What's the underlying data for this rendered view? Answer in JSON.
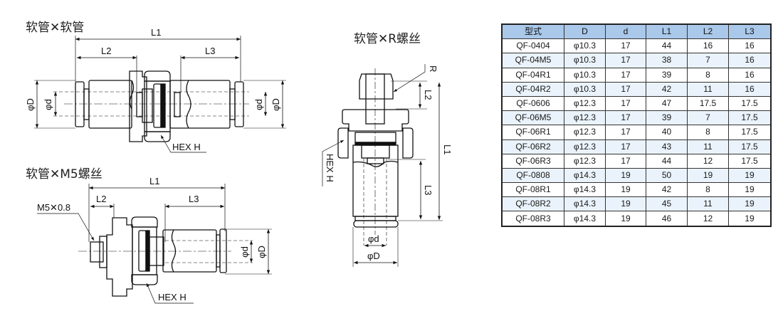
{
  "diagrams": {
    "hose_hose": {
      "title": "软管✕软管",
      "labels": {
        "L1": "L1",
        "L2": "L2",
        "L3": "L3",
        "D": "φD",
        "d": "φd",
        "hex": "HEX H"
      }
    },
    "hose_m5": {
      "title": "软管✕M5螺丝",
      "labels": {
        "L1": "L1",
        "L2": "L2",
        "L3": "L3",
        "D": "φD",
        "d": "φd",
        "hex": "HEX H",
        "thread": "M5✕0.8"
      }
    },
    "hose_r": {
      "title": "软管✕R螺丝",
      "labels": {
        "L1": "L1",
        "L2": "L2",
        "L3": "L3",
        "D": "φD",
        "d": "φd",
        "hex": "HEX H",
        "thread": "R"
      }
    }
  },
  "table": {
    "headers": [
      "型式",
      "D",
      "d",
      "L1",
      "L2",
      "L3"
    ],
    "rows": [
      [
        "QF-0404",
        "φ10.3",
        "17",
        "44",
        "16",
        "16"
      ],
      [
        "QF-04M5",
        "φ10.3",
        "17",
        "38",
        "7",
        "16"
      ],
      [
        "QF-04R1",
        "φ10.3",
        "17",
        "39",
        "8",
        "16"
      ],
      [
        "QF-04R2",
        "φ10.3",
        "17",
        "42",
        "11",
        "16"
      ],
      [
        "QF-0606",
        "φ12.3",
        "17",
        "47",
        "17.5",
        "17.5"
      ],
      [
        "QF-06M5",
        "φ12.3",
        "17",
        "39",
        "7",
        "17.5"
      ],
      [
        "QF-06R1",
        "φ12.3",
        "17",
        "40",
        "8",
        "17.5"
      ],
      [
        "QF-06R2",
        "φ12.3",
        "17",
        "43",
        "11",
        "17.5"
      ],
      [
        "QF-06R3",
        "φ12.3",
        "17",
        "44",
        "12",
        "17.5"
      ],
      [
        "QF-0808",
        "φ14.3",
        "19",
        "50",
        "19",
        "19"
      ],
      [
        "QF-08R1",
        "φ14.3",
        "19",
        "42",
        "8",
        "19"
      ],
      [
        "QF-08R2",
        "φ14.3",
        "19",
        "45",
        "11",
        "19"
      ],
      [
        "QF-08R3",
        "φ14.3",
        "19",
        "46",
        "12",
        "19"
      ]
    ]
  },
  "colors": {
    "header_bg": "#a9c8ea",
    "alt_row_bg": "#eaf3fb",
    "line": "#111111"
  }
}
